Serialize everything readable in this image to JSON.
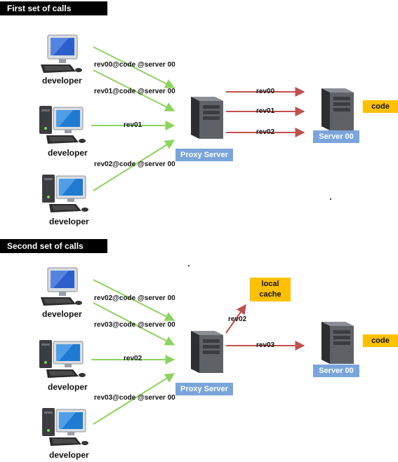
{
  "section1": {
    "title": "First set of calls",
    "developers": [
      "developer",
      "developer",
      "developer"
    ],
    "calls": [
      "rev00@code @server 00",
      "rev01@code @server 00",
      "rev01",
      "rev02@code @server 00"
    ],
    "proxy_label": "Proxy Server",
    "forwards": [
      "rev00",
      "rev01",
      "rev02"
    ],
    "server_label": "Server 00",
    "code_label": "code"
  },
  "section2": {
    "title": "Second set of calls",
    "developers": [
      "developer",
      "developer",
      "developer"
    ],
    "calls": [
      "rev02@code @server 00",
      "rev03@code @server 00",
      "rev02",
      "rev03@code @server 00"
    ],
    "proxy_label": "Proxy Server",
    "cache_label": "local cache",
    "cache_forward": "rev02",
    "server_forward": "rev03",
    "server_label": "Server 00",
    "code_label": "code"
  },
  "colors": {
    "green_arrow": "#8dd35f",
    "red_arrow": "#c0504d",
    "label_blue": "#7aa5dc",
    "label_gold": "#ffc000"
  }
}
